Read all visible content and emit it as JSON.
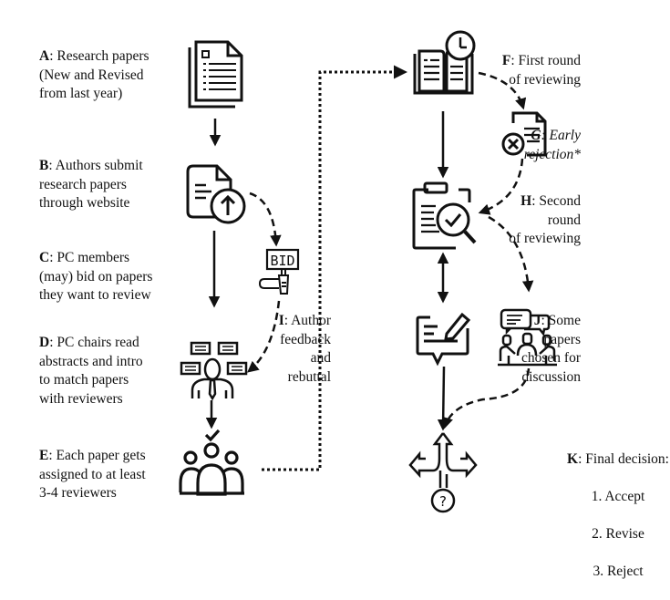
{
  "steps": {
    "A": {
      "key": "A",
      "text": ": Research papers\n(New and Revised\nfrom last year)"
    },
    "B": {
      "key": "B",
      "text": ": Authors submit\nresearch papers\nthrough website"
    },
    "C": {
      "key": "C",
      "text": ": PC members\n(may) bid on papers\nthey want to review"
    },
    "D": {
      "key": "D",
      "text": ": PC chairs read\nabstracts and intro\nto match papers\nwith reviewers"
    },
    "E": {
      "key": "E",
      "text": ": Each paper gets\nassigned to at least\n3-4 reviewers"
    },
    "F": {
      "key": "F",
      "text": ": First round\nof reviewing"
    },
    "G": {
      "key": "G",
      "text": ": Early\nrejection*"
    },
    "H": {
      "key": "H",
      "text": ": Second\nround\nof reviewing"
    },
    "I": {
      "key": "I",
      "text": ": Author\nfeedback\nand\nrebuttal"
    },
    "J": {
      "key": "J",
      "text": ": Some\npapers\nchosen for\ndiscussion"
    },
    "K": {
      "key": "K",
      "text": ": Final decision:",
      "options": [
        "1. Accept",
        "2. Revise",
        "3. Reject"
      ]
    }
  },
  "icons": {
    "bid_sign_text": "BID"
  }
}
